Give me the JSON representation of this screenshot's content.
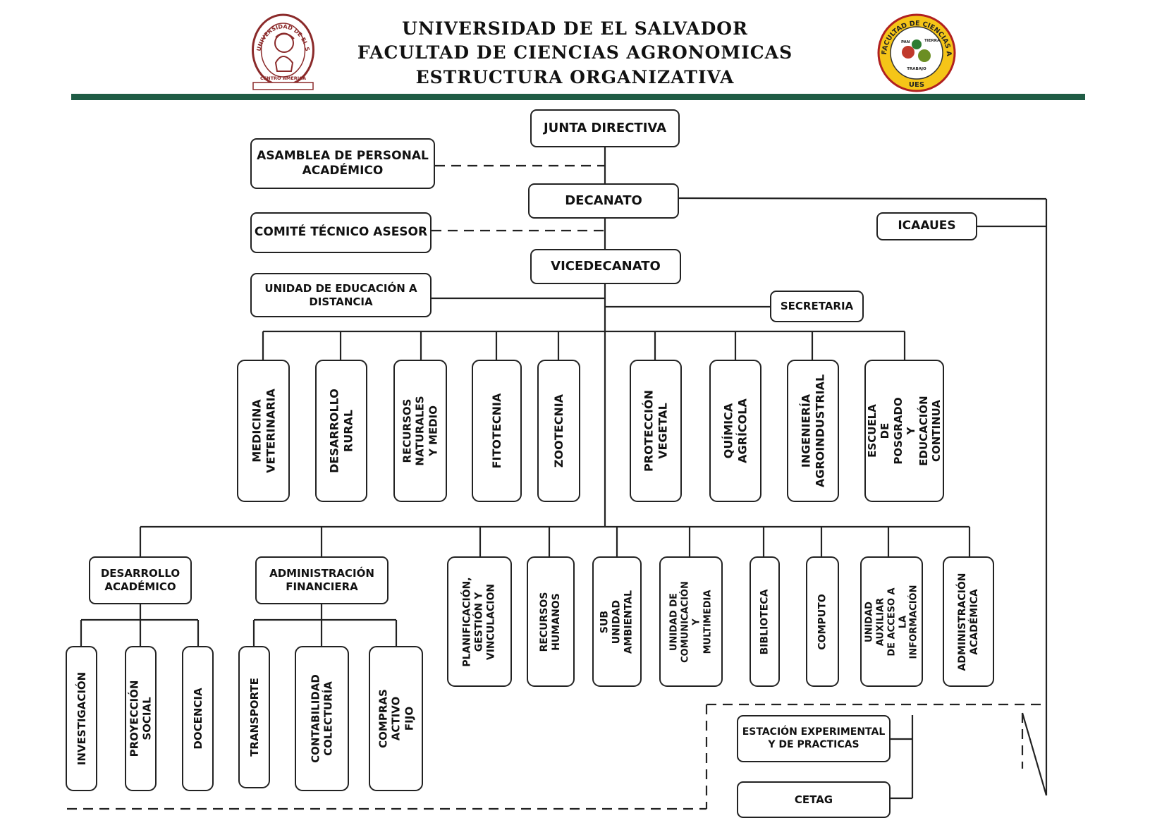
{
  "header": {
    "line1": "UNIVERSIDAD DE EL SALVADOR",
    "line2": "FACULTAD DE CIENCIAS AGRONOMICAS",
    "line3": "ESTRUCTURA ORGANIZATIVA",
    "rule_color": "#1f5c45"
  },
  "logos": {
    "ues_seal": {
      "ring_text": "UNIVERSIDAD DE EL SALVADOR",
      "bottom_text": "CENTRO AMERICA",
      "color": "#8b2a2a"
    },
    "faculty_seal": {
      "ring_text": "FACULTAD DE CIENCIAS AGRONOMICAS",
      "word1": "PAN",
      "word2": "TIERRA",
      "word3": "TRABAJO",
      "bottom_text": "UES",
      "ring_color": "#f5c518",
      "border_color": "#b02020"
    }
  },
  "org": {
    "junta": "JUNTA DIRECTIVA",
    "asamblea": "ASAMBLEA DE PERSONAL\nACADÉMICO",
    "decanato": "DECANATO",
    "comite": "COMITÉ TÉCNICO ASESOR",
    "icaaues": "ICAAUES",
    "vicedecanato": "VICEDECANATO",
    "uned": "UNIDAD DE EDUCACIÓN A\nDISTANCIA",
    "secretaria": "SECRETARIA",
    "departments": [
      "MEDICINA\nVETERINARIA",
      "DESARROLLO\nRURAL",
      "RECURSOS\nNATURALES Y MEDIO",
      "FITOTECNIA",
      "ZOOTECNIA",
      "PROTECCIÓN\nVEGETAL",
      "QUÍMICA\nAGRÍCOLA",
      "INGENIERÍA\nAGROINDUSTRIAL",
      "ESCUELA DE\nPOSGRADO Y\nEDUCACIÓN\nCONTINUA"
    ],
    "desarrollo_academico": "DESARROLLO\nACADÉMICO",
    "administracion_financiera": "ADMINISTRACIÓN\nFINANCIERA",
    "units": [
      "PLANIFICACIÓN,\nGESTIÓN Y\nVINCULACION",
      "RECURSOS\nHUMANOS",
      "SUB UNIDAD\nAMBIENTAL",
      "UNIDAD DE\nCOMUNICACIÓN Y\nMULTIMEDIA",
      "BIBLIOTECA",
      "COMPUTO",
      "UNIDAD AUXILIAR\nDE ACCESO A LA\nINFORMACIÓN",
      "ADMINISTRACIÓN\nACADÉMICA"
    ],
    "da_children": [
      "INVESTIGACIÓN",
      "PROYECCIÓN SOCIAL",
      "DOCENCIA"
    ],
    "af_children": [
      "TRANSPORTE",
      "CONTABILIDAD\nCOLECTURÍA",
      "COMPRAS\nACTIVO FIJO"
    ],
    "estacion": "ESTACIÓN EXPERIMENTAL\nY DE PRACTICAS",
    "cetag": "CETAG"
  }
}
